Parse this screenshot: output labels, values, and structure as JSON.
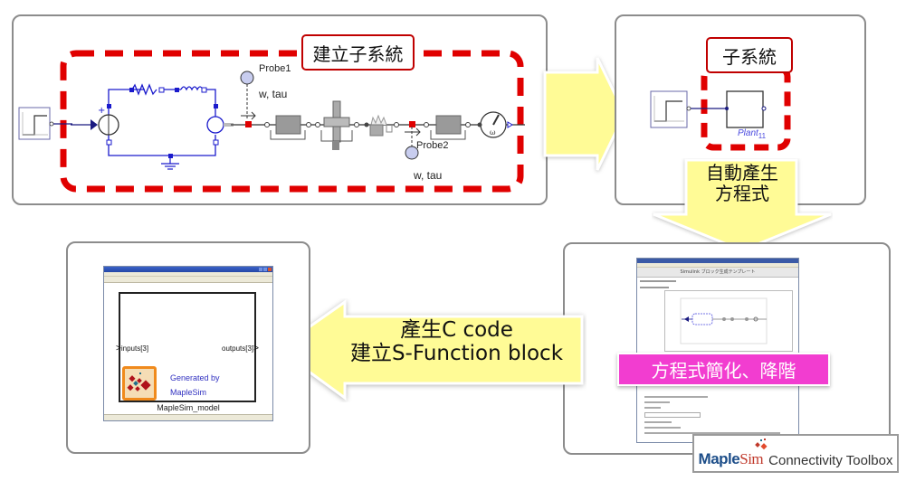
{
  "diagram": {
    "step1": {
      "label": "建立子系統",
      "probe1": {
        "name": "Probe1",
        "signal": "w, tau"
      },
      "probe2": {
        "name": "Probe2",
        "signal": "w, tau"
      },
      "sensor_symbol": "ω"
    },
    "arrow_right": {
      "label": ""
    },
    "step2": {
      "label": "子系統",
      "block_name": "Plant",
      "block_subscript": "11"
    },
    "arrow_down": {
      "label_line1": "自動產生",
      "label_line2": "方程式"
    },
    "step3": {
      "window_title": "Simulink ブロック生成テンプレート",
      "overlay_label": "方程式簡化、降階"
    },
    "arrow_left": {
      "label_line1": "產生C code",
      "label_line2": "建立S-Function block"
    },
    "step4": {
      "block_input": "inputs[3]",
      "block_output": "outputs[3]",
      "generated_line1": "Generated by",
      "generated_line2": "MapleSim",
      "block_name": "MapleSim_model"
    },
    "logo": {
      "brand_maple": "Maple",
      "brand_sim": "Sim",
      "product": "Connectivity Toolbox"
    },
    "colors": {
      "panel_border": "#8c8c8c",
      "dashed_red": "#e00000",
      "arrow_yellow": "#fffb96",
      "overlay_pink": "#f23dd0",
      "circuit_blue": "#1a1acc",
      "mechanical_gray": "#8a8a8a"
    }
  }
}
